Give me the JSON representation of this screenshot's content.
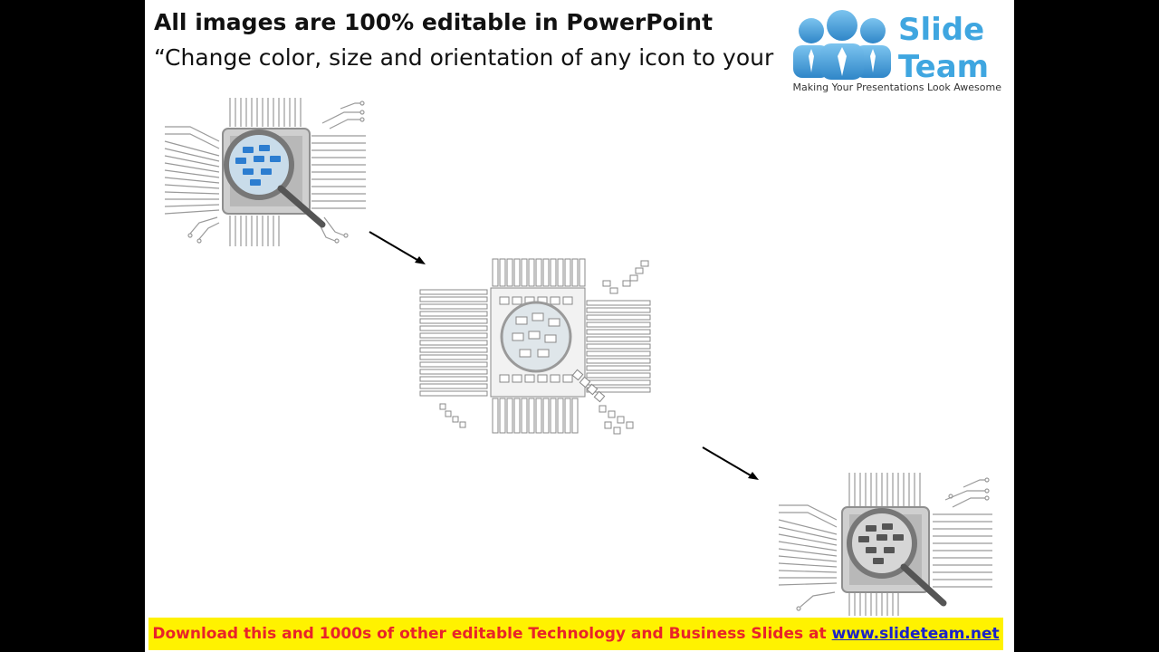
{
  "slide": {
    "title": "All images are 100% editable in PowerPoint",
    "subtitle": "“Change color, size and orientation of any icon to your"
  },
  "logo": {
    "word1": "Slide",
    "word2": "Team",
    "tagline": "Making Your Presentations Look Awesome"
  },
  "banner": {
    "text": "Download this and 1000s of other editable Technology and Business Slides at",
    "link": "www.slideteam.net"
  },
  "colors": {
    "accent_blue": "#3fa6e0",
    "banner_bg": "#fff200",
    "banner_text": "#e8232a",
    "link": "#1a22c8"
  },
  "icons": [
    "chip-magnifier-icon-blue",
    "chip-magnifier-icon-outline",
    "chip-magnifier-icon-gray",
    "arrow-right-down-icon"
  ]
}
